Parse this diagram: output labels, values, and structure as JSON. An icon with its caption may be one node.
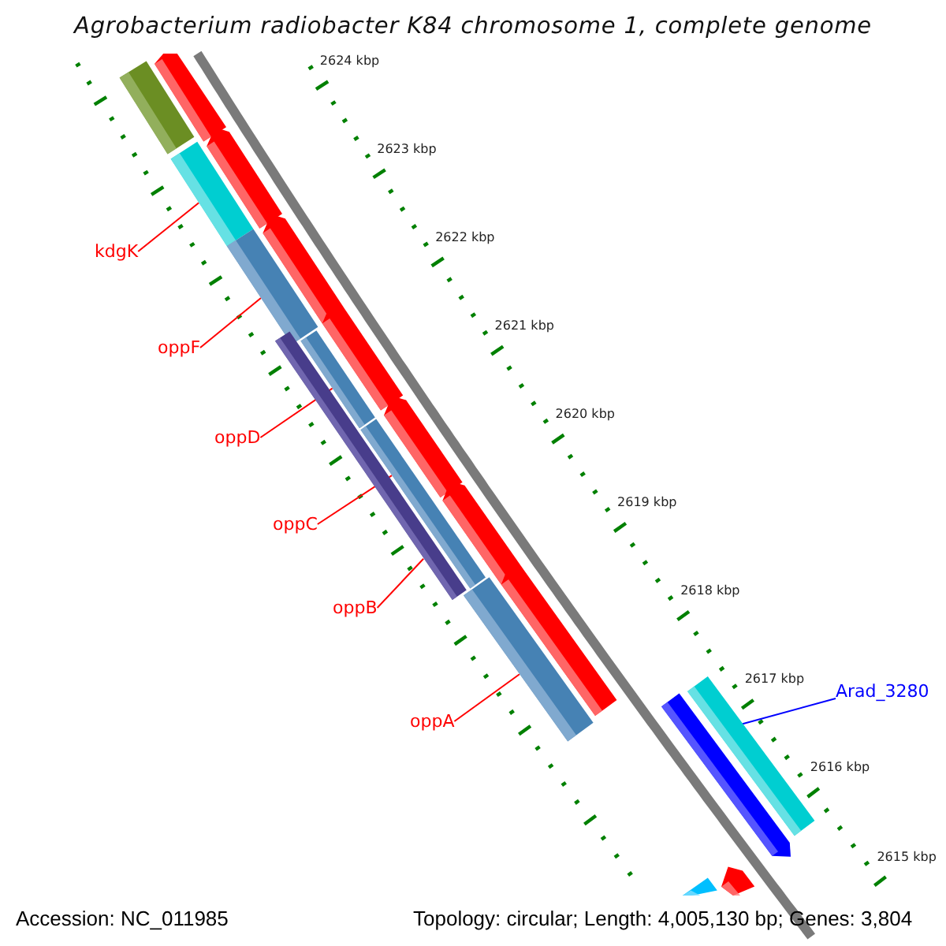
{
  "diagram": {
    "title": "Agrobacterium radiobacter K84 chromosome 1, complete genome",
    "nodes": [
      {
        "text": [
          "kdgK"
        ]
      },
      {
        "text": [
          "oppF"
        ]
      },
      {
        "text": [
          "oppD"
        ]
      },
      {
        "text": [
          "oppC"
        ]
      },
      {
        "text": [
          "oppB"
        ]
      },
      {
        "text": [
          "oppA"
        ]
      },
      {
        "text": [
          "Arad_3280"
        ]
      },
      {
        "text": [],
        "shape": "bar"
      },
      {
        "text": [],
        "shape": "bar"
      },
      {
        "text": [],
        "shape": "bar"
      },
      {
        "text": [],
        "shape": "bar"
      },
      {
        "text": [],
        "shape": "bar"
      },
      {
        "text": [],
        "shape": "bar"
      },
      {
        "text": [],
        "shape": "bar"
      },
      {
        "text": [],
        "shape": "bar"
      },
      {
        "text": [],
        "shape": "bar"
      },
      {
        "text": [],
        "shape": "bar"
      },
      {
        "text": [],
        "shape": "bar"
      },
      {
        "text": [],
        "shape": "bar"
      },
      {
        "text": [],
        "shape": "bar"
      },
      {
        "text": [],
        "shape": "bar"
      },
      {
        "text": [],
        "shape": "bar"
      },
      {
        "text": [],
        "shape": "bar"
      },
      {
        "text": [],
        "shape": "bar"
      },
      {
        "text": [],
        "shape": "bar"
      }
    ],
    "edges": [
      {
        "from": 0,
        "to": 10,
        "arrow": "none"
      },
      {
        "from": 1,
        "to": 12,
        "arrow": "none"
      },
      {
        "from": 2,
        "to": 15,
        "arrow": "none"
      },
      {
        "from": 3,
        "to": 17,
        "arrow": "none"
      },
      {
        "from": 4,
        "to": 14,
        "arrow": "none"
      },
      {
        "from": 5,
        "to": 20,
        "arrow": "none"
      },
      {
        "from": 6,
        "to": 21,
        "arrow": "none",
        "color": "#0000ff"
      }
    ],
    "labels": [
      "2624 kbp",
      "2623 kbp",
      "2622 kbp",
      "2621 kbp",
      "2620 kbp",
      "2619 kbp",
      "2618 kbp",
      "2617 kbp",
      "2616 kbp",
      "2615 kbp",
      "Accession: NC_011985",
      "Topology: circular; Length: 4,005,130 bp; Genes: 3,804"
    ]
  }
}
